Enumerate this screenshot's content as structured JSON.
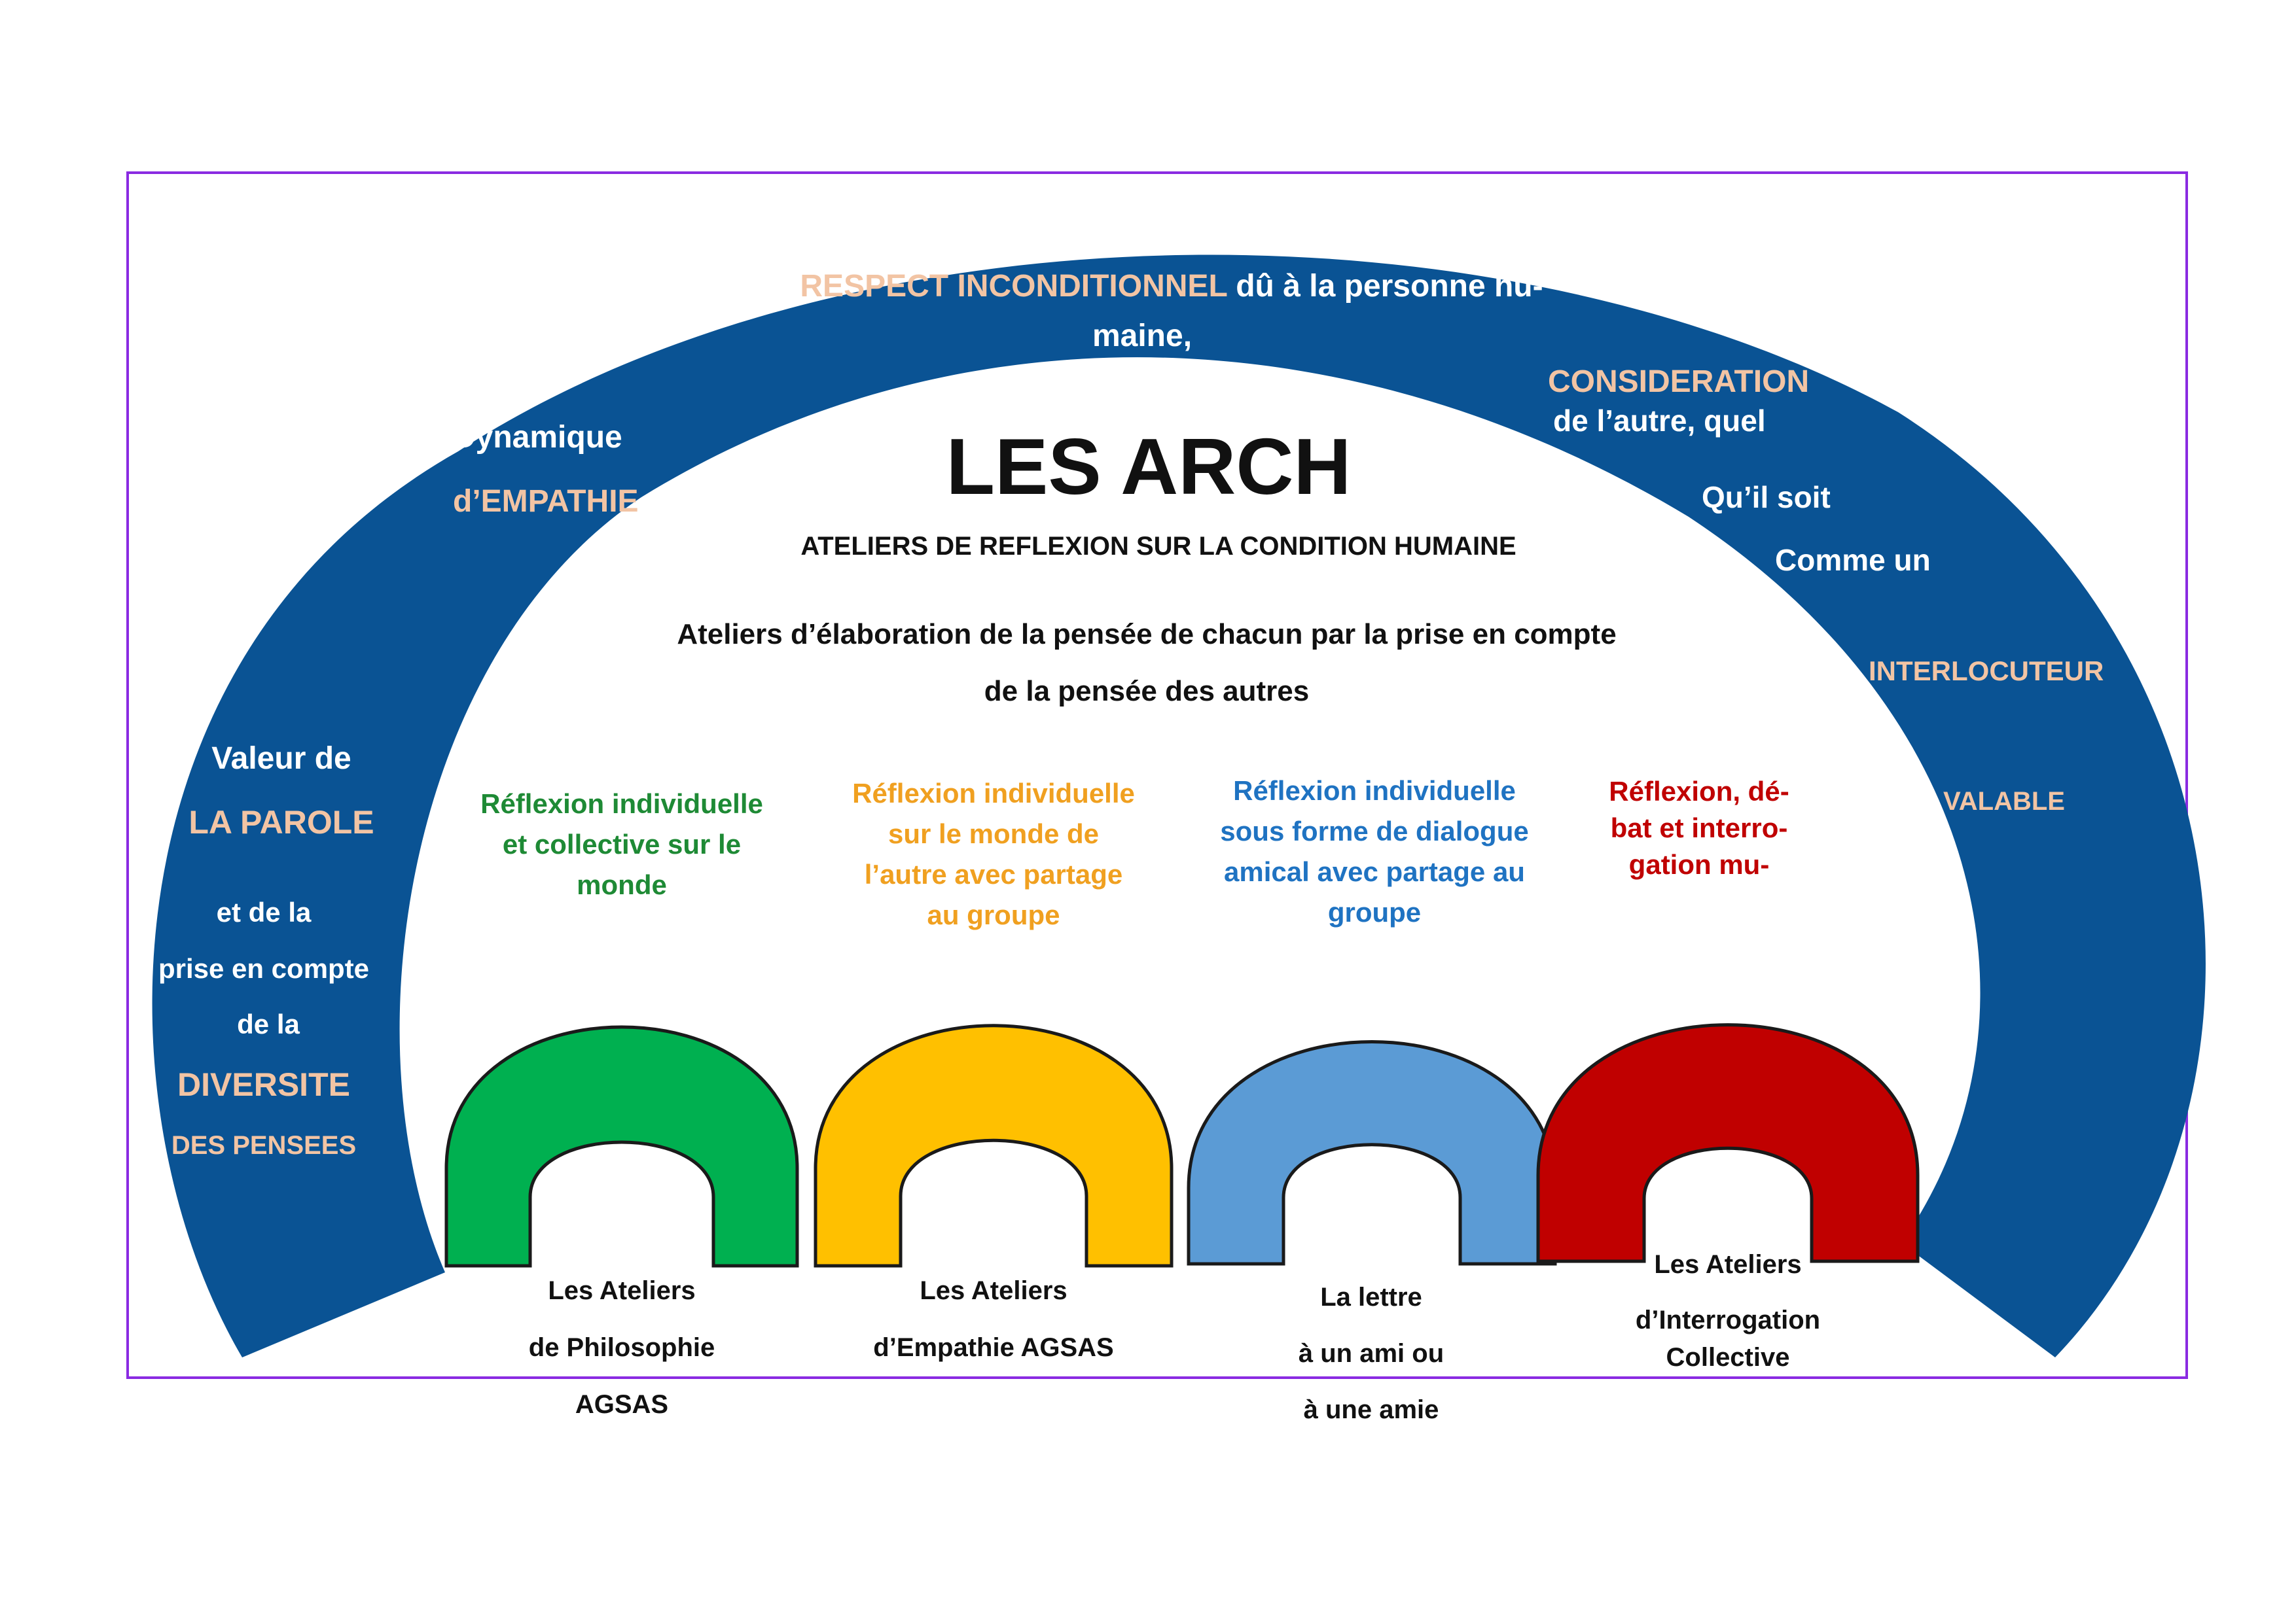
{
  "title": "LES ARCH",
  "subtitle": "ATELIERS DE REFLEXION SUR LA CONDITION HUMAINE",
  "intro": {
    "line1": "Ateliers d’élaboration de la pensée de chacun par la prise en compte",
    "line2": "de la pensée des autres"
  },
  "big_arch": {
    "color": "#0a5394",
    "top": {
      "highlight": "RESPECT INCONDITIONNEL",
      "rest": " dû à la personne hu-",
      "line2": "maine,"
    },
    "left_upper": {
      "line1": "Dynamique",
      "line2": "d’EMPATHIE"
    },
    "left_lower": {
      "valeur": "Valeur de",
      "parole": "LA PAROLE",
      "et": "et de la",
      "prise": "prise en compte",
      "dela": "de la",
      "diversite": "DIVERSITE",
      "pensees": "DES PENSEES"
    },
    "right": {
      "consideration": "CONSIDERATION",
      "autre": "de l’autre, quel",
      "quil": "Qu’il soit",
      "comme": "Comme un",
      "interlocuteur": "INTERLOCUTEUR",
      "valable": "VALABLE"
    }
  },
  "workshops": [
    {
      "color": "#00b050",
      "text_color": "#1e8a35",
      "description": [
        "Réflexion individuelle",
        "et collective sur le",
        "monde"
      ],
      "label": [
        "Les Ateliers",
        "de Philosophie",
        "AGSAS"
      ]
    },
    {
      "color": "#ffc000",
      "text_color": "#f0a020",
      "description": [
        "Réflexion individuelle",
        "sur le monde de",
        "l’autre avec partage",
        "au groupe"
      ],
      "label": [
        "Les Ateliers",
        "d’Empathie AGSAS"
      ]
    },
    {
      "color": "#5b9bd5",
      "text_color": "#1f73c2",
      "description": [
        "Réflexion individuelle",
        "sous forme de dialogue",
        "amical avec partage au",
        "groupe"
      ],
      "label": [
        "La lettre",
        "à un ami ou",
        "à une amie"
      ]
    },
    {
      "color": "#c00000",
      "text_color": "#c00000",
      "description": [
        "Réflexion, dé-",
        "bat et interro-",
        "gation mu-"
      ],
      "label": [
        "Les Ateliers",
        "d’Interrogation",
        "Collective"
      ]
    }
  ]
}
